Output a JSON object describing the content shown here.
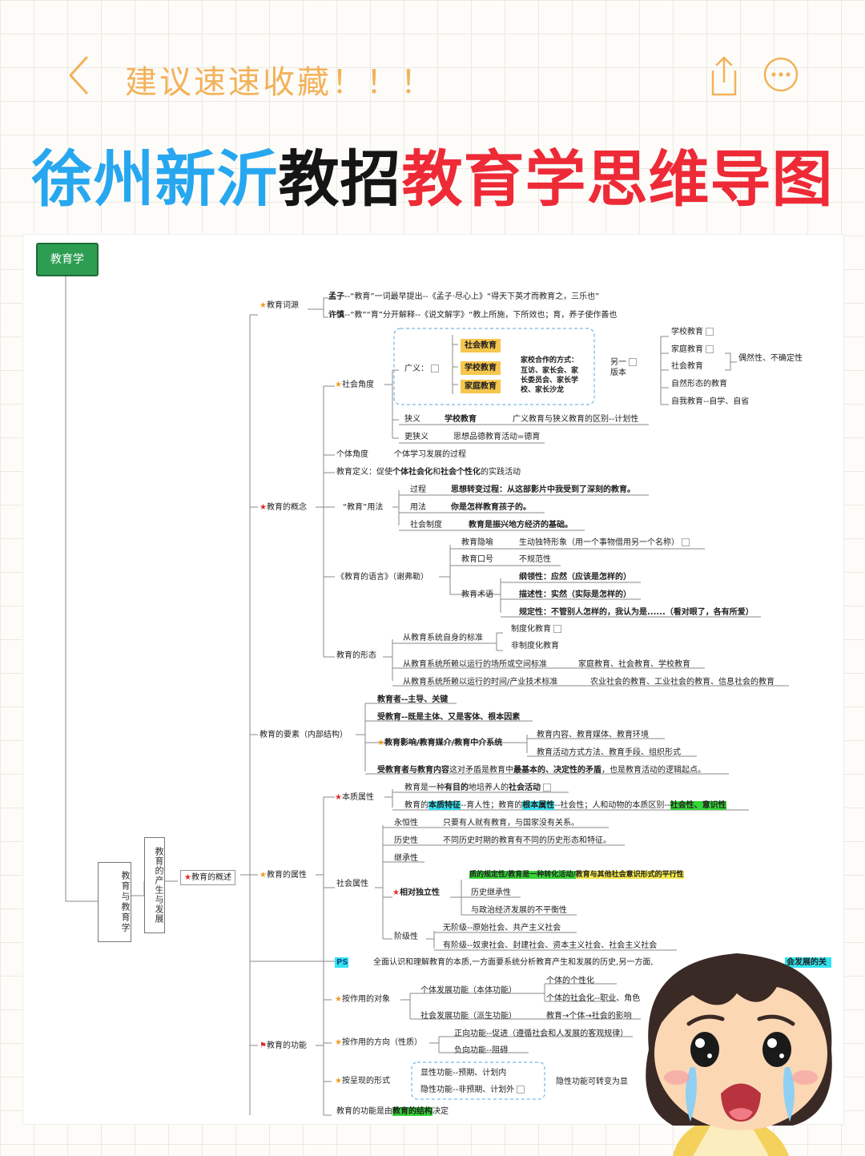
{
  "header": {
    "title": "建议速速收藏！！！",
    "back_icon": "chevron-left-icon",
    "share_icon": "share-icon",
    "more_icon": "more-options-icon",
    "accent_color": "#f2b25a"
  },
  "headline": {
    "part1": "徐州新沂",
    "part2": "教招",
    "part3": "教育学思维导图",
    "colors": {
      "part1": "#27a7f0",
      "part2": "#151515",
      "part3": "#ee2a37"
    }
  },
  "mindmap": {
    "root": "教育学",
    "level1": "教育与教育学",
    "level2": "教育的产生与发展",
    "level3": "教育的概述",
    "ciyuan": {
      "label": "教育词源",
      "mengzi": "孟子",
      "mengzi_text": "--“教育”一词最早提出--《孟子·尽心上》“得天下英才而教育之，三乐也”",
      "xushen": "许慎",
      "xushen_text": "--“教”“育”分开解释--《说文解字》“教上所施，下所效也；育，养子使作善也"
    },
    "shehui": {
      "label": "社会角度",
      "guangyi": "广义：",
      "chips": [
        "社会教育",
        "学校教育",
        "家庭教育"
      ],
      "hezuo": "家校合作的方式：",
      "hezuo_items": [
        "互访、家长会、家",
        "长委员会、家长学",
        "校、家长沙龙"
      ],
      "lingyi": "另一",
      "banben": "版本",
      "right_list": [
        "学校教育",
        "家庭教育",
        "社会教育",
        "自然形态的教育",
        "自我教育--自学、自省"
      ],
      "ouran": "偶然性、不确定性",
      "xiayi": "狭义",
      "xiayi_value": "学校教育",
      "xiayi_note": "广义教育与狭义教育的区别--计划性",
      "gengxiayi": "更狭义",
      "gengxiayi_value": "思想品德教育活动=德育"
    },
    "geti": {
      "label": "个体角度",
      "value": "个体学习发展的过程"
    },
    "dingyi": {
      "label": "教育定义：促使",
      "b1": "个体社会化",
      "mid": "和",
      "b2": "社会个性化",
      "end": "的实践活动"
    },
    "gainian": "教育的概念",
    "yongfa": {
      "label": "“教育”用法",
      "items": [
        {
          "k": "过程",
          "v": "思想转变过程：从这部影片中我受到了深刻的教育。"
        },
        {
          "k": "用法",
          "v": "你是怎样教育孩子的。"
        },
        {
          "k": "社会制度",
          "v": "教育是振兴地方经济的基础。"
        }
      ]
    },
    "yuyan": {
      "label": "《教育的语言》（谢弗勒）",
      "yinyu": "教育隐喻",
      "yinyu_v": "生动独特形象（用一个事物借用另一个名称）",
      "kouhao": "教育口号",
      "kouhao_v": "不规范性",
      "shuyu": "教育术语",
      "gangling": "纲领性：应然（应该是怎样的）",
      "miaoshu": "描述性：实然（实际是怎样的）",
      "guiding": "规定性：不管别人怎样的，我认为是......（看对眼了，各有所爱）"
    },
    "xingtai": {
      "label": "教育的形态",
      "a": "从教育系统自身的标准",
      "a1": "制度化教育",
      "a2": "非制度化教育",
      "b": "从教育系统所赖以运行的场所或空间标准",
      "b_v": "家庭教育、社会教育、学校教育",
      "c": "从教育系统所赖以运行的时间/产业技术标准",
      "c_v": "农业社会的教育、工业社会的教育、信息社会的教育"
    },
    "yaosu": {
      "label": "教育的要素（内部结构）",
      "l1": "教育者--主导、关键",
      "l2": "受教育--既是主体、又是客体、根本因素",
      "l3": "教育影响/教育媒介/教育中介系统",
      "l3a": "教育内容、教育媒体、教育环境",
      "l3b": "教育活动方式方法、教育手段、组织形式",
      "l4": "受教育者与教育内容",
      "l4b": "这对矛盾是教育中",
      "l4c": "最基本的、决定性的矛盾",
      "l4d": "，也是教育活动的逻辑起点。"
    },
    "shuxing": {
      "benzhi": "本质属性",
      "benzhi_1a": "教育是一种",
      "benzhi_1b": "有目的",
      "benzhi_1c": "地培养人的",
      "benzhi_1d": "社会活动",
      "benzhi_2a": "教育的",
      "benzhi_2b": "本质特征",
      "benzhi_2c": "--育人性；教育的",
      "benzhi_2d": "根本属性",
      "benzhi_2e": "--社会性；人和动物的本质区别--",
      "benzhi_2f": "社会性、意识性",
      "label": "教育的属性",
      "shehui": "社会属性",
      "yongheng": "永恒性",
      "yongheng_v": "只要有人就有教育，与国家没有关系。",
      "lishi": "历史性",
      "lishi_v": "不同历史时期的教育有不同的历史形态和特征。",
      "jicheng": "继承性",
      "duli": "相对独立性",
      "duli_hl1": "质的规定性",
      "duli_hl2": "/教育是一种转化活动/",
      "duli_hl3": "教育与其他社会意识形式的平行性",
      "duli_1": "历史继承性",
      "duli_2": "与政治经济发展的不平衡性",
      "jieji": "阶级性",
      "jieji_1": "无阶级--原始社会、共产主义社会",
      "jieji_2": "有阶级--奴隶社会、封建社会、资本主义社会、社会主义社会"
    },
    "ps": {
      "tag": "PS",
      "text": "全面认识和理解教育的本质,一方面要系统分析教育产生和发展的历史,另一方面,",
      "tail": "会发展的关"
    },
    "gongneng": {
      "label": "教育的功能",
      "duixiang": "按作用的对象",
      "geti": "个体发展功能（本体功能）",
      "geti_1": "个体的个性化",
      "geti_2": "个体的社会化--职业、角色",
      "shehui": "社会发展功能（派生功能）",
      "shehui_v": "教育→个体→社会的影响",
      "fangxiang": "按作用的方向（性质）",
      "zheng": "正向功能--促进（遵循社会和人发展的客观规律）",
      "fu": "负向功能--阻碍",
      "xingshi": "按呈现的形式",
      "xian": "显性功能--预期、计划内",
      "yin": "隐性功能--非预期、计划外",
      "zhuanbian": "隐性功能可转变为显",
      "jiegou_a": "教育的功能是由",
      "jiegou_b": "教育的结构",
      "jiegou_c": "决定"
    }
  }
}
